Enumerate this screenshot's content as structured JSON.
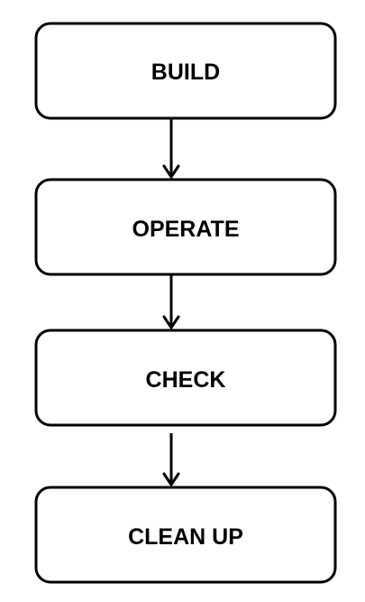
{
  "flowchart": {
    "steps": [
      {
        "label": "BUILD"
      },
      {
        "label": "OPERATE"
      },
      {
        "label": "CHECK"
      },
      {
        "label": "CLEAN UP"
      }
    ],
    "colors": {
      "box_fill": "#ffffff",
      "box_stroke": "#000000",
      "text": "#000000",
      "arrow": "#000000"
    }
  }
}
